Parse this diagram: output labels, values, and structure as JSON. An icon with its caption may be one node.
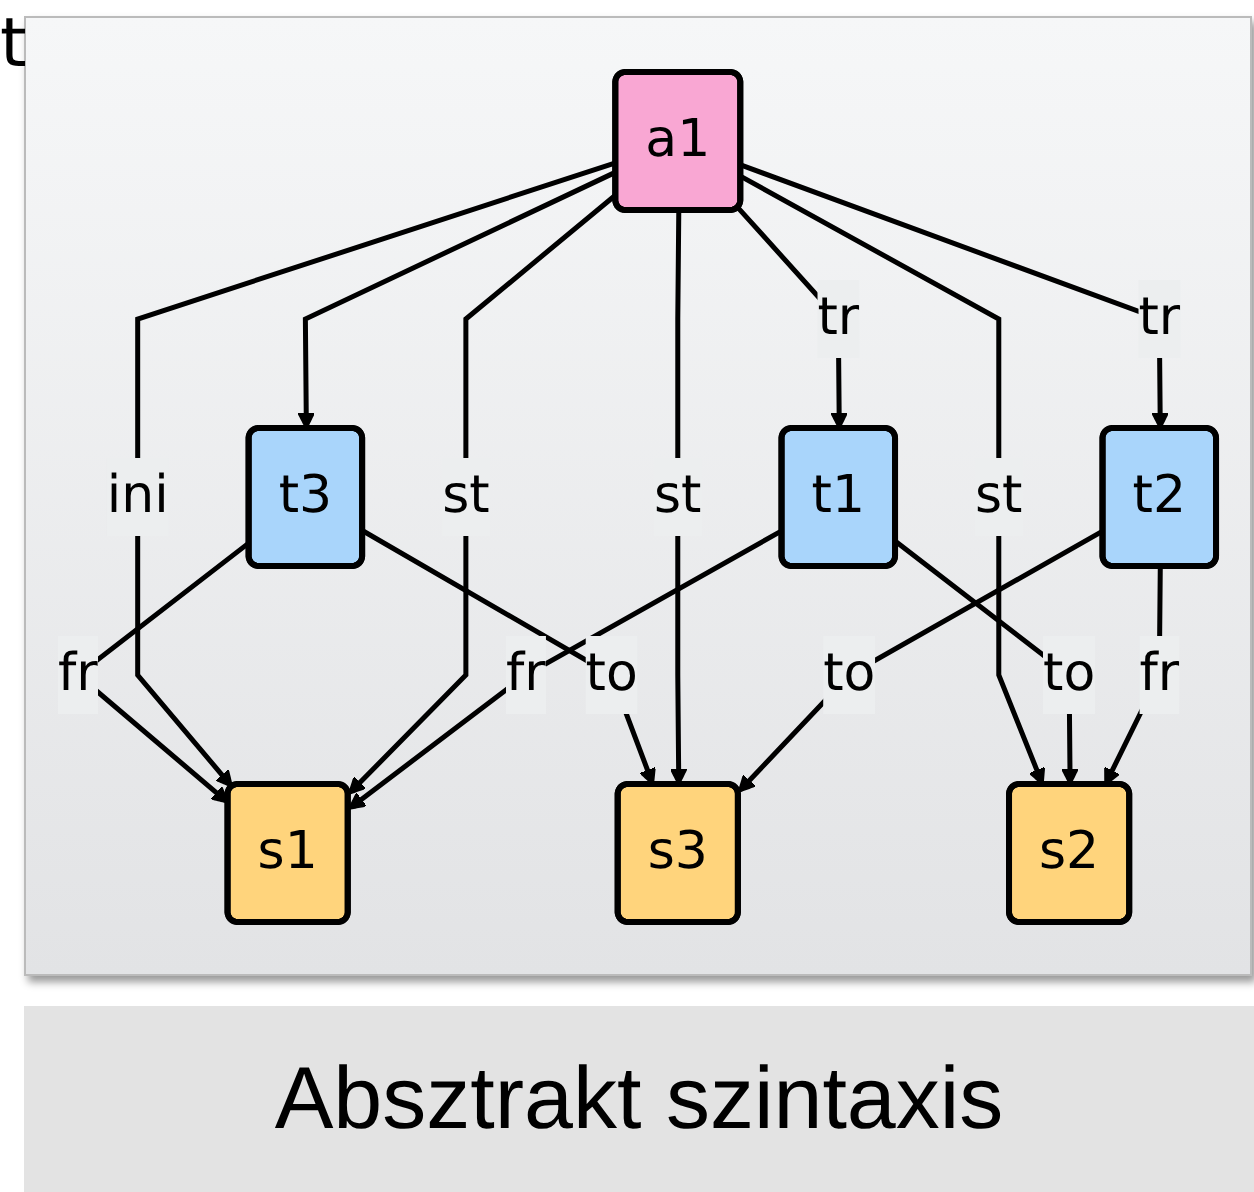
{
  "diagram": {
    "caption": "Absztrakt szintaxis",
    "nodes": [
      {
        "text": [
          "t3"
        ]
      },
      {
        "text": [
          "s1"
        ]
      },
      {
        "text": [
          "a1"
        ]
      },
      {
        "text": [
          "s3"
        ]
      },
      {
        "text": [
          "t1"
        ]
      },
      {
        "text": [
          "s2"
        ]
      },
      {
        "text": [
          "t2"
        ]
      }
    ],
    "edges": [
      {
        "from": 0,
        "to": 1,
        "arrow": "to",
        "label": "fr"
      },
      {
        "from": 0,
        "to": 3,
        "arrow": "to",
        "label": "to"
      },
      {
        "from": 2,
        "to": 0,
        "arrow": "to"
      },
      {
        "from": 2,
        "to": 1,
        "arrow": "to",
        "label": "ini"
      },
      {
        "from": 2,
        "to": 1,
        "arrow": "to",
        "label": "st"
      },
      {
        "from": 2,
        "to": 3,
        "arrow": "to",
        "label": "st"
      },
      {
        "from": 2,
        "to": 4,
        "arrow": "to",
        "label": "tr"
      },
      {
        "from": 2,
        "to": 5,
        "arrow": "to",
        "label": "st"
      },
      {
        "from": 2,
        "to": 6,
        "arrow": "to",
        "label": "tr"
      },
      {
        "from": 4,
        "to": 1,
        "arrow": "to",
        "label": "fr"
      },
      {
        "from": 4,
        "to": 5,
        "arrow": "to",
        "label": "to"
      },
      {
        "from": 6,
        "to": 5,
        "arrow": "to",
        "label": "fr"
      },
      {
        "from": 6,
        "to": 3,
        "arrow": "to",
        "label": "to"
      }
    ],
    "labels": [
      "t"
    ]
  }
}
